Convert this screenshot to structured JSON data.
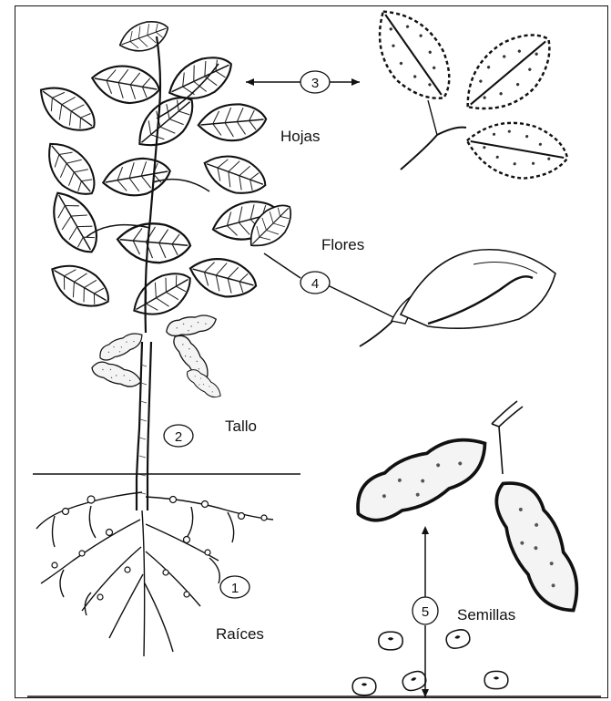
{
  "labels": {
    "leaves": "Hojas",
    "flowers": "Flores",
    "stem": "Tallo",
    "roots": "Raíces",
    "seeds": "Semillas"
  },
  "markers": {
    "roots": "1",
    "stem": "2",
    "leaves": "3",
    "flowers": "4",
    "seeds": "5"
  }
}
